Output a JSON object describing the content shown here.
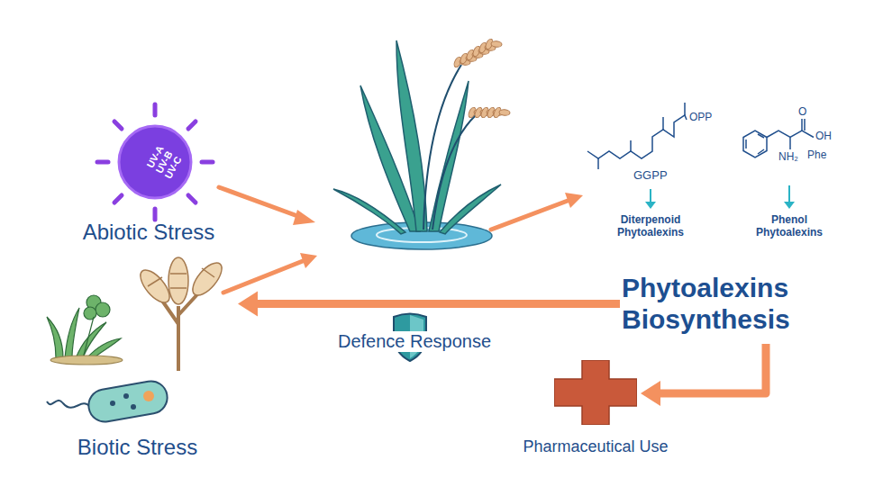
{
  "diagram": {
    "nodes": [
      {
        "text": [
          "UV-A",
          "UV-B",
          "UV-C",
          "Abiotic Stress"
        ]
      },
      {
        "text": [
          "Biotic Stress"
        ]
      },
      {
        "text": [
          "Diterpenoid Phytoalexins"
        ]
      },
      {
        "text": [
          "Phenol Phytoalexins"
        ]
      },
      {
        "text": [
          "Phytoalexins Biosynthesis"
        ]
      },
      {
        "text": [
          "Pharmaceutical Use"
        ]
      }
    ],
    "edges": [
      {
        "from": 4,
        "to": 1,
        "label": "Defence Response",
        "arrow": "to"
      },
      {
        "from": 4,
        "to": 5,
        "arrow": "to"
      }
    ],
    "labels": [
      "GGPP",
      "OPP",
      "O",
      "OH",
      "NH₂",
      "Phe"
    ]
  }
}
